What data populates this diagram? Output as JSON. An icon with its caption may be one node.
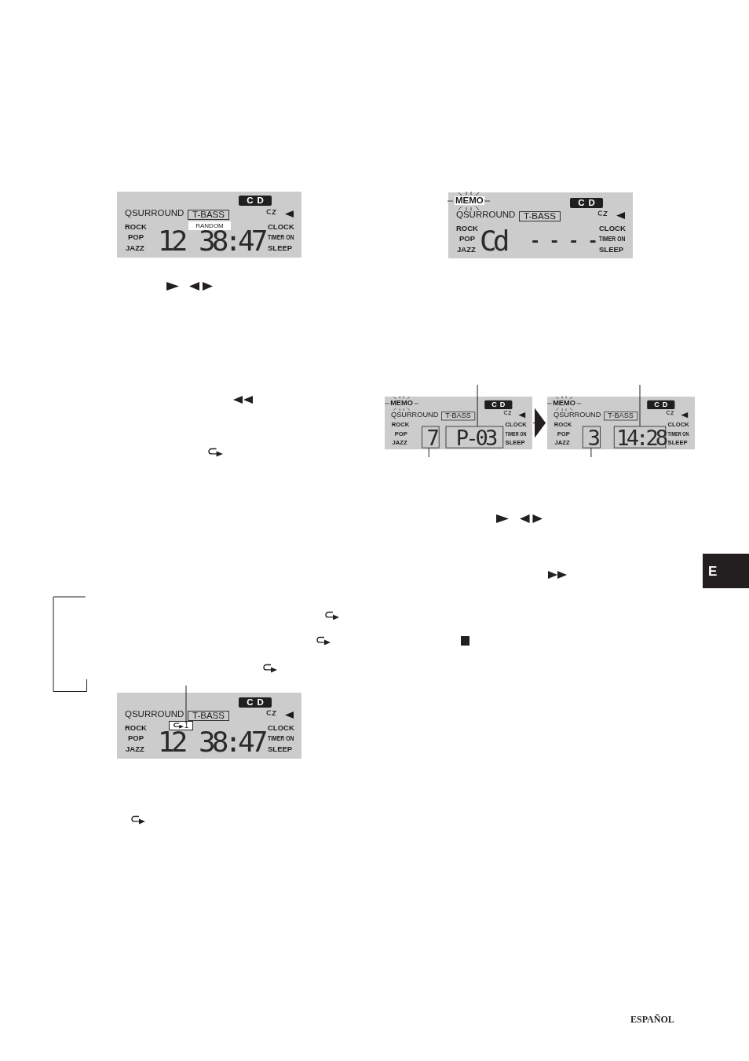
{
  "diagram": {
    "nodes": [
      {
        "text": [
          "QSURROUND",
          "ROCK",
          "POP",
          "JAZZ",
          "12",
          "38:47",
          "CLOCK",
          "TIMER ON",
          "SLEEP"
        ]
      },
      {
        "text": [
          "CD"
        ],
        "in": 0
      },
      {
        "text": [
          "T-BASS"
        ],
        "in": 0
      },
      {
        "text": [
          "RANDOM"
        ],
        "in": 0
      },
      {
        "text": [
          "MEMO",
          "QSURROUND",
          "ROCK",
          "POP",
          "JAZZ",
          "Cd",
          "- - - -",
          "CLOCK",
          "TIMER ON",
          "SLEEP"
        ]
      },
      {
        "text": [
          "CD"
        ],
        "in": 4
      },
      {
        "text": [
          "T-BASS"
        ],
        "in": 4
      },
      {
        "text": [
          "MEMO",
          "QSURROUND",
          "ROCK",
          "POP",
          "JAZZ",
          "CLOCK",
          "TIMER ON",
          "SLEEP"
        ]
      },
      {
        "text": [
          "CD"
        ],
        "in": 7
      },
      {
        "text": [
          "T-BASS"
        ],
        "in": 7
      },
      {
        "text": [
          "7"
        ],
        "in": 7
      },
      {
        "text": [
          "P-03"
        ],
        "in": 7
      },
      {
        "text": [
          "MEMO",
          "QSURROUND",
          "ROCK",
          "POP",
          "JAZZ",
          "CLOCK",
          "TIMER ON",
          "SLEEP"
        ]
      },
      {
        "text": [
          "CD"
        ],
        "in": 12
      },
      {
        "text": [
          "T-BASS"
        ],
        "in": 12
      },
      {
        "text": [
          "3"
        ],
        "in": 12
      },
      {
        "text": [
          "14:28"
        ],
        "in": 12
      },
      {
        "text": [
          "E"
        ]
      },
      {
        "text": [
          "QSURROUND",
          "ROCK",
          "POP",
          "JAZZ",
          "12",
          "38:47",
          "CLOCK",
          "TIMER ON",
          "SLEEP"
        ]
      },
      {
        "text": [
          "CD"
        ],
        "in": 18
      },
      {
        "text": [
          "T-BASS"
        ],
        "in": 18
      },
      {
        "text": [
          "1"
        ],
        "in": 18
      }
    ],
    "edges": [
      {
        "from": null,
        "to": 11,
        "arrow": "none"
      },
      {
        "from": null,
        "to": 10,
        "arrow": "none"
      },
      {
        "from": 7,
        "to": 12,
        "arrow": "to"
      },
      {
        "from": null,
        "to": 16,
        "arrow": "none"
      },
      {
        "from": null,
        "to": 15,
        "arrow": "none"
      },
      {
        "from": null,
        "to": 21,
        "arrow": "none"
      }
    ],
    "labels": [
      "ESPAÑOL"
    ]
  }
}
